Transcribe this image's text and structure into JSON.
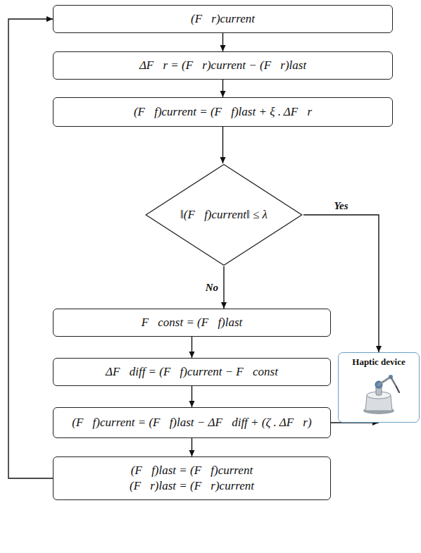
{
  "diagram": {
    "nodes": [
      {
        "text": [
          "(F⃗r)current"
        ]
      },
      {
        "text": [
          "ΔF⃗r = (F⃗r)current − (F⃗r)last"
        ]
      },
      {
        "text": [
          "(F⃗f)current = (F⃗f)last + ξ . ΔF⃗r"
        ]
      },
      {
        "text": [
          "‖(F⃗f)current‖ ≤ λ"
        ]
      },
      {
        "text": [
          "F⃗const = (F⃗f)last"
        ]
      },
      {
        "text": [
          "ΔF⃗diff = (F⃗f)current − F⃗const"
        ]
      },
      {
        "text": [
          "(F⃗f)current = (F⃗f)last − ΔF⃗diff + (ζ . ΔF⃗r)"
        ]
      },
      {
        "text": [
          "(F⃗f)last = (F⃗f)current",
          "(F⃗r)last = (F⃗r)current"
        ]
      },
      {
        "text": [
          "Haptic device"
        ]
      }
    ],
    "edges": [
      {
        "from": 0,
        "to": 1,
        "arrow": "to"
      },
      {
        "from": 1,
        "to": 2,
        "arrow": "to"
      },
      {
        "from": 2,
        "to": 3,
        "arrow": "to"
      },
      {
        "from": 3,
        "to": 8,
        "label": "Yes",
        "arrow": "to"
      },
      {
        "from": 3,
        "to": 4,
        "label": "No",
        "arrow": "to"
      },
      {
        "from": 4,
        "to": 5,
        "arrow": "to"
      },
      {
        "from": 5,
        "to": 6,
        "arrow": "to"
      },
      {
        "from": 6,
        "to": 8,
        "arrow": "to"
      },
      {
        "from": 6,
        "to": 7,
        "arrow": "to"
      },
      {
        "from": 7,
        "to": 0,
        "arrow": "to"
      }
    ]
  }
}
